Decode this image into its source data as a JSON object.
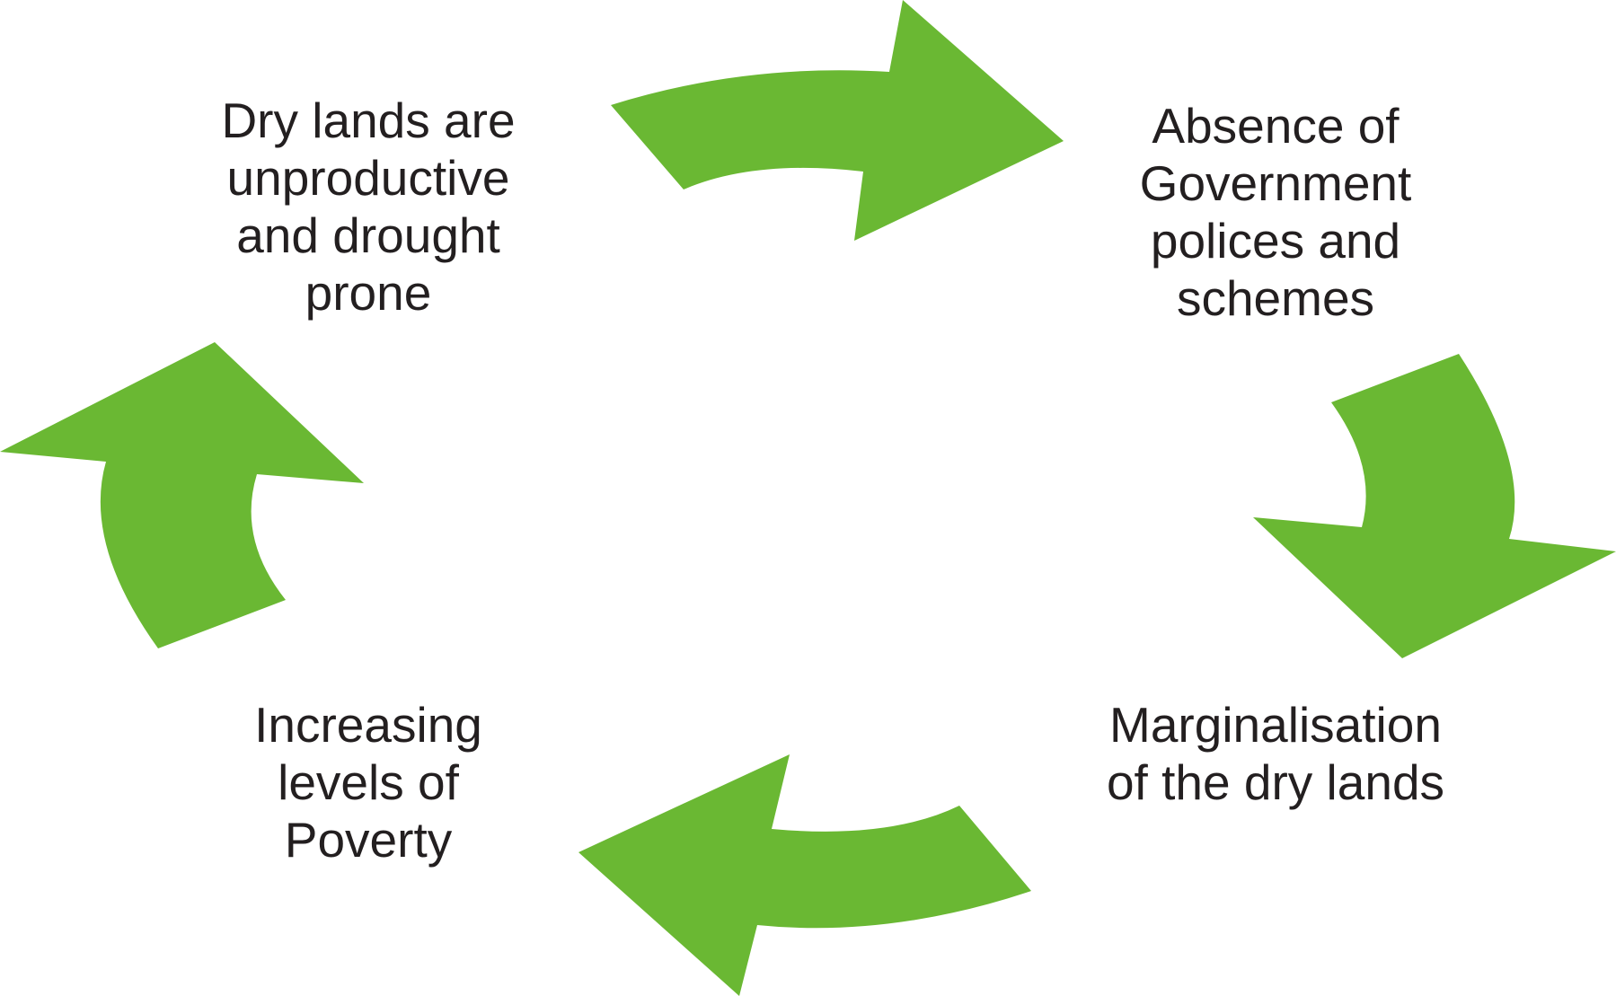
{
  "diagram": {
    "type": "cycle",
    "arrow_color": "#6ab833",
    "text_color": "#231f20",
    "nodes": [
      {
        "id": "node-1",
        "text": "Dry lands are\nunproductive\nand drought\nprone"
      },
      {
        "id": "node-2",
        "text": "Absence of\nGovernment\npolices and\nschemes"
      },
      {
        "id": "node-3",
        "text": "Marginalisation\nof the dry lands"
      },
      {
        "id": "node-4",
        "text": "Increasing\nlevels of\nPoverty"
      }
    ],
    "edges": [
      {
        "from": "node-1",
        "to": "node-2"
      },
      {
        "from": "node-2",
        "to": "node-3"
      },
      {
        "from": "node-3",
        "to": "node-4"
      },
      {
        "from": "node-4",
        "to": "node-1"
      }
    ]
  }
}
